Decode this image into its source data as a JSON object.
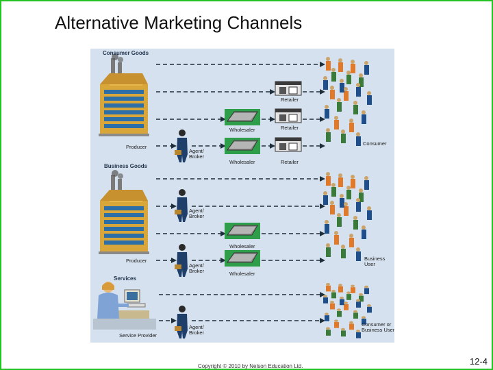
{
  "slide": {
    "title": "Alternative Marketing Channels",
    "footer": "Copyright © 2010 by Nelson Education Ltd.",
    "page_number": "12-4"
  },
  "diagram": {
    "sections": {
      "consumer_goods": "Consumer Goods",
      "business_goods": "Business Goods",
      "services": "Services"
    },
    "labels": {
      "producer": "Producer",
      "agent_broker": "Agent/\nBroker",
      "wholesaler": "Wholesaler",
      "retailer": "Retailer",
      "consumer": "Consumer",
      "business_user": "Business\nUser",
      "service_provider": "Service Provider",
      "consumer_or_business_user": "Consumer or\nBusiness User"
    }
  }
}
